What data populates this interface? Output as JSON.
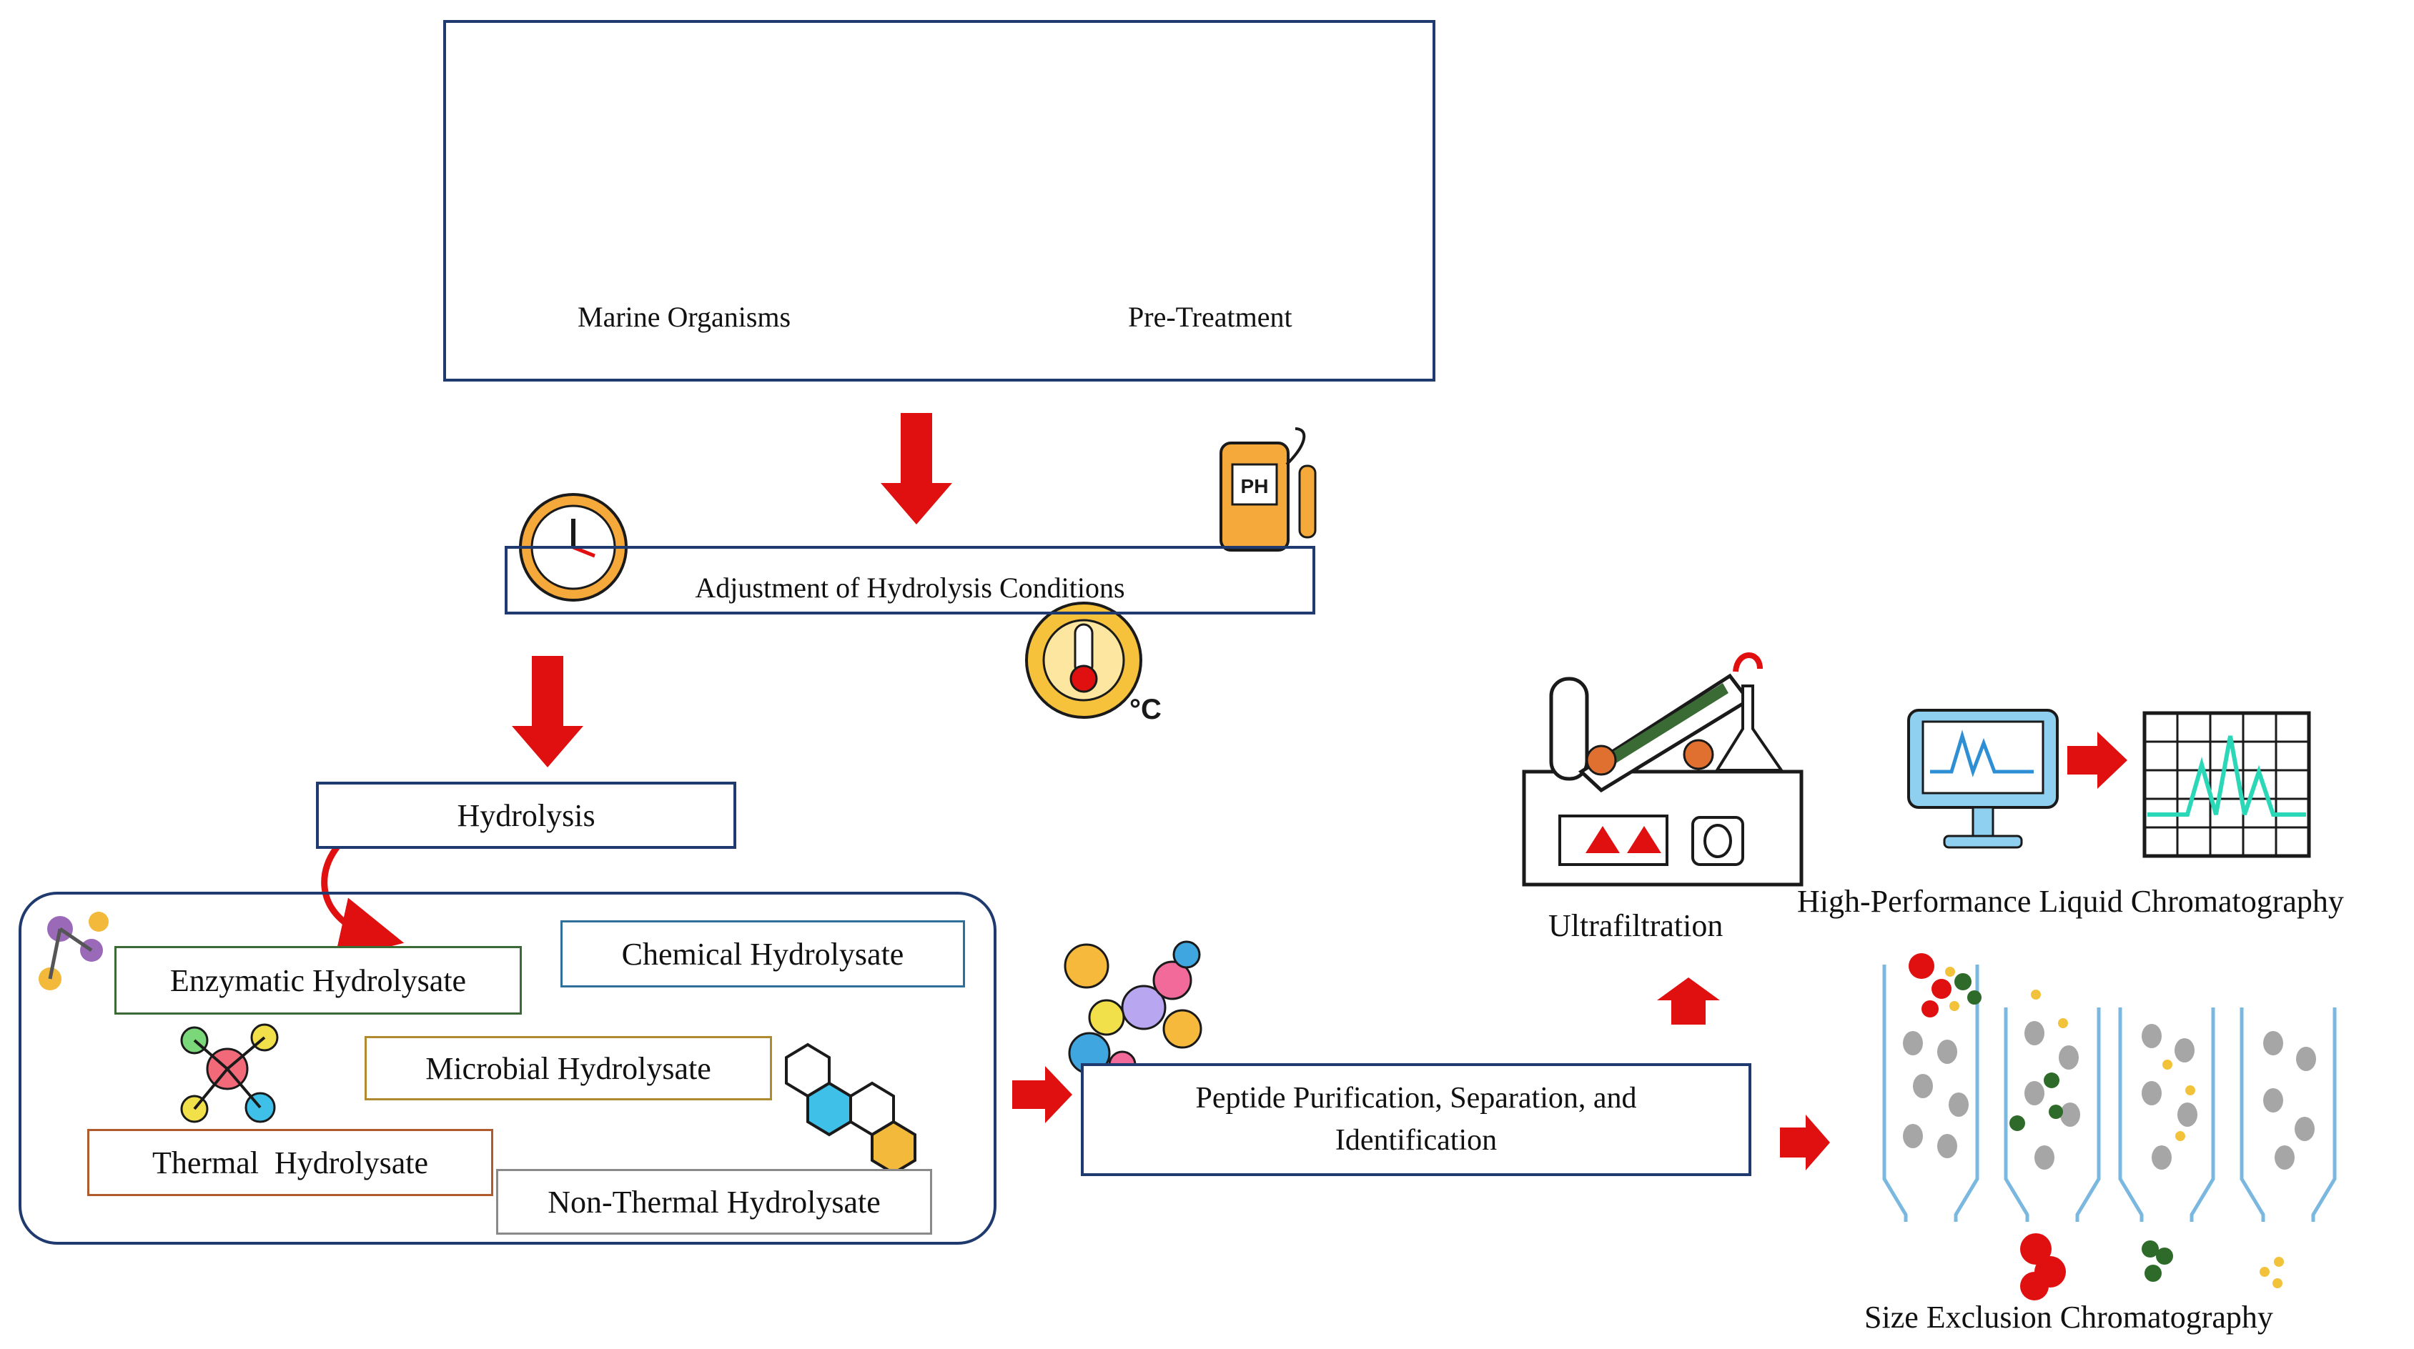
{
  "top_panel": {
    "marine_label": "Marine Organisms",
    "pretreatment_label": "Pre-Treatment"
  },
  "adjustment": {
    "label": "Adjustment of Hydrolysis Conditions",
    "ph_text": "PH",
    "celsius_text": "°C"
  },
  "hydrolysis": {
    "label": "Hydrolysis"
  },
  "hydrolysates": {
    "enzymatic": "Enzymatic Hydrolysate",
    "chemical": "Chemical Hydrolysate",
    "microbial": "Microbial Hydrolysate",
    "thermal": "Thermal  Hydrolysate",
    "non_thermal": "Non-Thermal Hydrolysate"
  },
  "purification": {
    "line1": "Peptide Purification, Separation, and",
    "line2": "Identification"
  },
  "methods": {
    "ultrafiltration": "Ultrafiltration",
    "hplc": "High-Performance Liquid Chromatography",
    "sec": "Size Exclusion Chromatography"
  },
  "colors": {
    "arrow": "#e01010",
    "navy_border": "#1f3a6e",
    "enzymatic_border": "#3a6b35",
    "chemical_border": "#2f6f9a",
    "microbial_border": "#b08a2e",
    "thermal_border": "#b05a2e",
    "non_thermal_border": "#8a8a8a"
  }
}
